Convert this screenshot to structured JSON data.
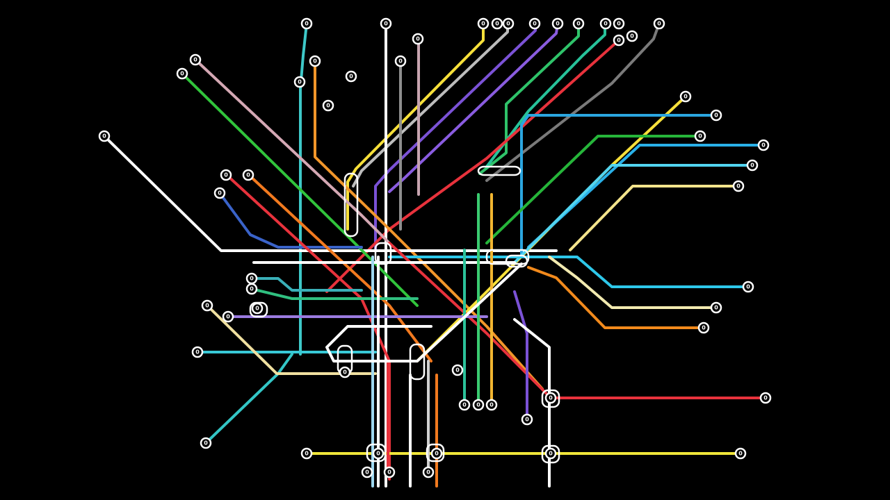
{
  "background": "#000000",
  "lines": [
    {
      "name": "line-yellow-diagonal",
      "color": "#f7e03a"
    },
    {
      "name": "line-gray-diagonal",
      "color": "#bdbdbd"
    },
    {
      "name": "line-purple-diagonal",
      "color": "#7b52d6"
    },
    {
      "name": "line-violet-diagonal",
      "color": "#8a5ce0"
    },
    {
      "name": "line-green-ne",
      "color": "#2fc36a"
    },
    {
      "name": "line-teal-ne",
      "color": "#27c29a"
    },
    {
      "name": "line-red-ne",
      "color": "#e8323c"
    },
    {
      "name": "line-darkgray-ne",
      "color": "#7a7a7a"
    },
    {
      "name": "line-white-vertical",
      "color": "#ffffff"
    },
    {
      "name": "line-cyan-north",
      "color": "#3ec8c8"
    },
    {
      "name": "line-gray-north",
      "color": "#8e8e8e"
    },
    {
      "name": "line-pink-north",
      "color": "#c7a4b0"
    },
    {
      "name": "line-orange-north",
      "color": "#f2962a"
    },
    {
      "name": "line-white-northwest",
      "color": "#ffffff"
    },
    {
      "name": "line-pink-northwest",
      "color": "#d4a8b4"
    },
    {
      "name": "line-green-northwest",
      "color": "#31c43b"
    },
    {
      "name": "line-blue-west",
      "color": "#3a63c9"
    },
    {
      "name": "line-red-west",
      "color": "#e8323c"
    },
    {
      "name": "line-orange-west",
      "color": "#f27a1f"
    },
    {
      "name": "line-yellow-east",
      "color": "#f7e03a"
    },
    {
      "name": "line-lightblue-east",
      "color": "#2ba6e0"
    },
    {
      "name": "line-green-east",
      "color": "#26b53a"
    },
    {
      "name": "line-skyblue-east",
      "color": "#29b0e8"
    },
    {
      "name": "line-aqua-east",
      "color": "#52d4f0"
    },
    {
      "name": "line-cream-diagonal",
      "color": "#f4e48c"
    },
    {
      "name": "line-cyan-east-lower",
      "color": "#2ec8ea"
    },
    {
      "name": "line-cream-east-lower",
      "color": "#f2eab0"
    },
    {
      "name": "line-orange-east-lower",
      "color": "#f28a1c"
    },
    {
      "name": "line-red-southeast",
      "color": "#e8323c"
    },
    {
      "name": "line-yellow-south",
      "color": "#f0e63a"
    },
    {
      "name": "line-cyan-southwest",
      "color": "#33c6c6"
    },
    {
      "name": "line-cyan-west",
      "color": "#38c9d6"
    },
    {
      "name": "line-cream-southwest",
      "color": "#f0e0a0"
    },
    {
      "name": "line-lavender-west",
      "color": "#9b7be0"
    },
    {
      "name": "line-teal-loop",
      "color": "#3ab0b8"
    },
    {
      "name": "line-green-loop",
      "color": "#30c080"
    },
    {
      "name": "line-white-loop",
      "color": "#ffffff"
    },
    {
      "name": "line-white-south-a",
      "color": "#ffffff"
    },
    {
      "name": "line-white-south-b",
      "color": "#ffffff"
    },
    {
      "name": "line-lightblue-south",
      "color": "#9fd8f0"
    },
    {
      "name": "line-red-south",
      "color": "#e8323c"
    },
    {
      "name": "line-lightgray-south",
      "color": "#d0d0d0"
    },
    {
      "name": "line-orange-south",
      "color": "#f27a1f"
    },
    {
      "name": "line-teal-south",
      "color": "#2bc29a"
    },
    {
      "name": "line-green-south",
      "color": "#3acb70"
    },
    {
      "name": "line-amber-south",
      "color": "#f2b530"
    },
    {
      "name": "line-violet-south",
      "color": "#7b52d6"
    },
    {
      "name": "line-white-southeast",
      "color": "#ffffff"
    },
    {
      "name": "line-white-east-main",
      "color": "#ffffff"
    }
  ],
  "terminal_label": "0",
  "terminals_count": 57,
  "hubs_count": 12
}
